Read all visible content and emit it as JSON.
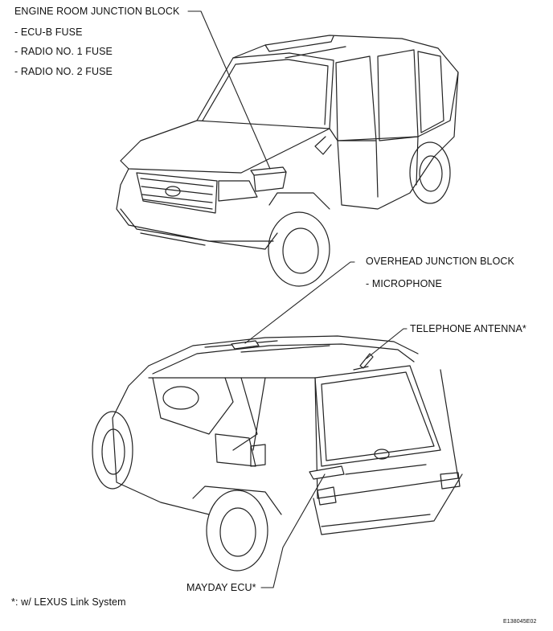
{
  "callouts": {
    "engine_room_block": {
      "title": "ENGINE ROOM JUNCTION BLOCK",
      "items": [
        "- ECU-B FUSE",
        "- RADIO NO. 1 FUSE",
        "- RADIO NO. 2 FUSE"
      ]
    },
    "overhead_block": {
      "title": "OVERHEAD JUNCTION BLOCK",
      "items": [
        "- MICROPHONE"
      ]
    },
    "telephone_antenna": "TELEPHONE ANTENNA*",
    "mayday_ecu": "MAYDAY ECU*"
  },
  "footnote": "*: w/ LEXUS Link System",
  "figure_code": "E138045E02"
}
